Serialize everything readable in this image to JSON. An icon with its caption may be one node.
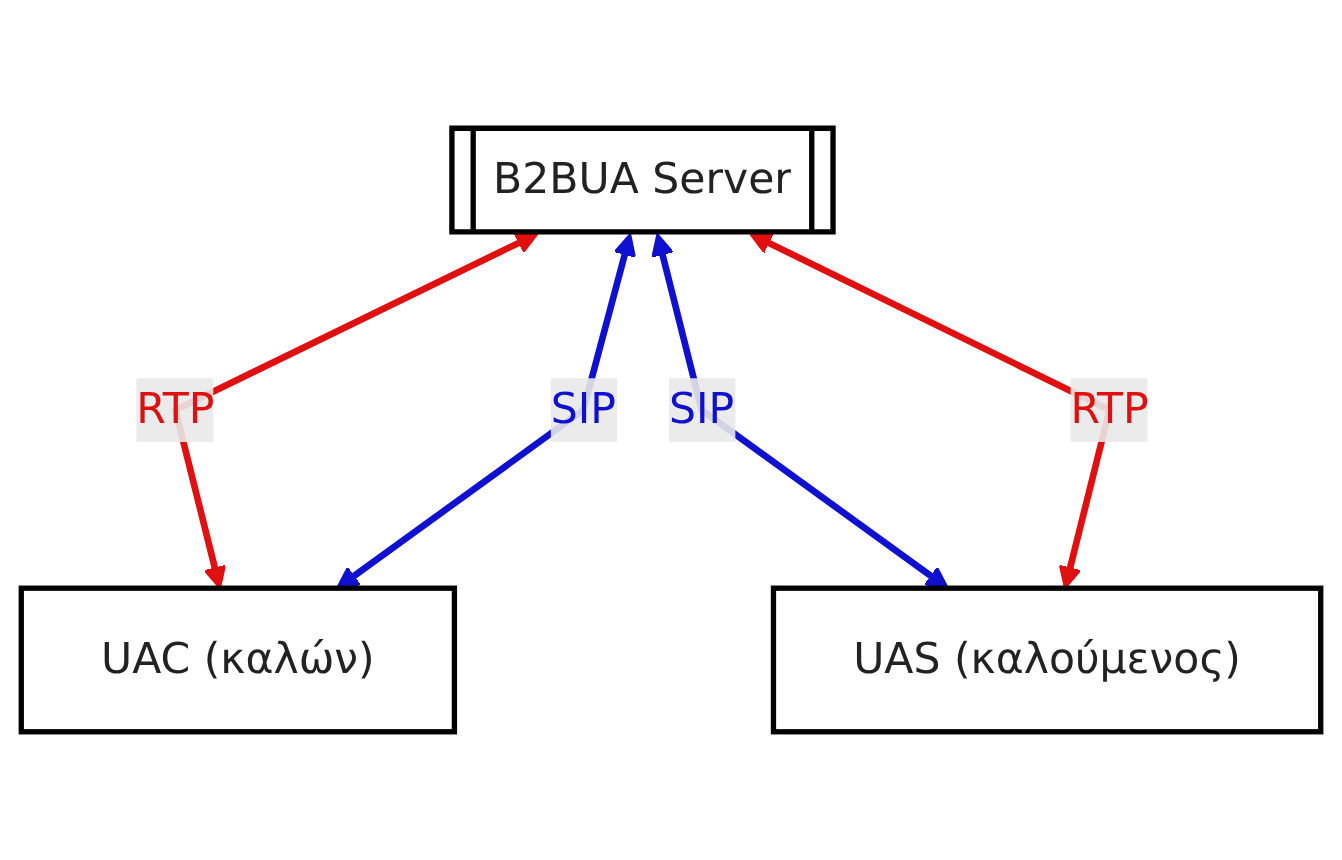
{
  "diagram": {
    "nodes": [
      {
        "text": [
          "B2BUA Server"
        ]
      },
      {
        "text": [
          "UAC (καλών)"
        ]
      },
      {
        "text": [
          "UAS (καλούμενος)"
        ]
      }
    ],
    "edges": [
      {
        "from": 0,
        "to": 1,
        "arrow": "both",
        "label": "RTP",
        "color": "#e01010"
      },
      {
        "from": 0,
        "to": 1,
        "arrow": "both",
        "label": "SIP",
        "color": "#1010d0"
      },
      {
        "from": 0,
        "to": 2,
        "arrow": "both",
        "label": "SIP",
        "color": "#1010d0"
      },
      {
        "from": 0,
        "to": 2,
        "arrow": "both",
        "label": "RTP",
        "color": "#e01010"
      }
    ]
  }
}
